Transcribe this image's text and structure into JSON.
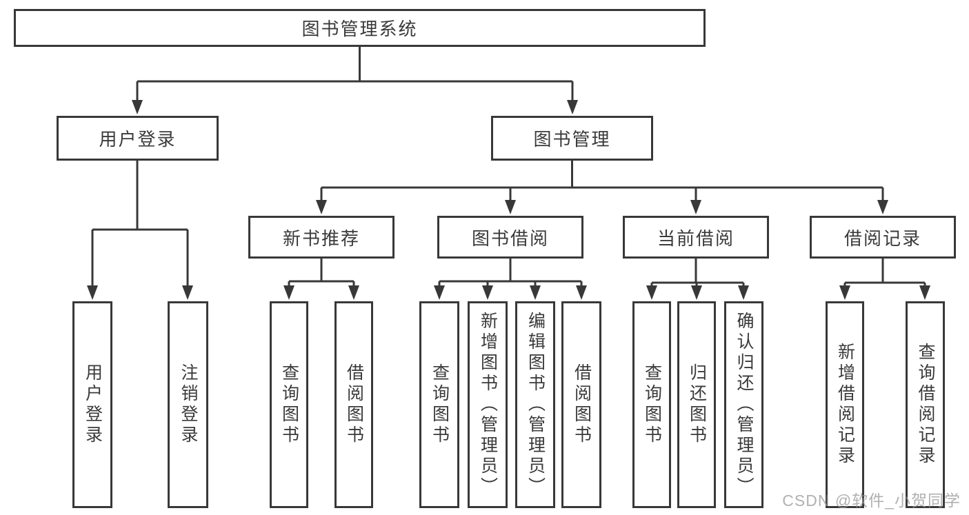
{
  "watermark": "CSDN @软件_小贺同学",
  "colors": {
    "line": "#383838",
    "box_border": "#383838",
    "box_background": "#ffffff",
    "text": "#3a3a3a",
    "watermark": "#969696"
  },
  "tree": {
    "root": "图书管理系统",
    "user": {
      "label": "用户登录",
      "children": [
        "用户登录",
        "注销登录"
      ]
    },
    "mgmt": {
      "label": "图书管理",
      "sections": [
        {
          "label": "新书推荐",
          "children": [
            "查询图书",
            "借阅图书"
          ]
        },
        {
          "label": "图书借阅",
          "children": [
            "查询图书",
            "新增图书（管理员）",
            "编辑图书（管理员）",
            "借阅图书"
          ]
        },
        {
          "label": "当前借阅",
          "children": [
            "查询图书",
            "归还图书",
            "确认归还（管理员）"
          ]
        },
        {
          "label": "借阅记录",
          "children": [
            "新增借阅记录",
            "查询借阅记录"
          ]
        }
      ]
    }
  }
}
